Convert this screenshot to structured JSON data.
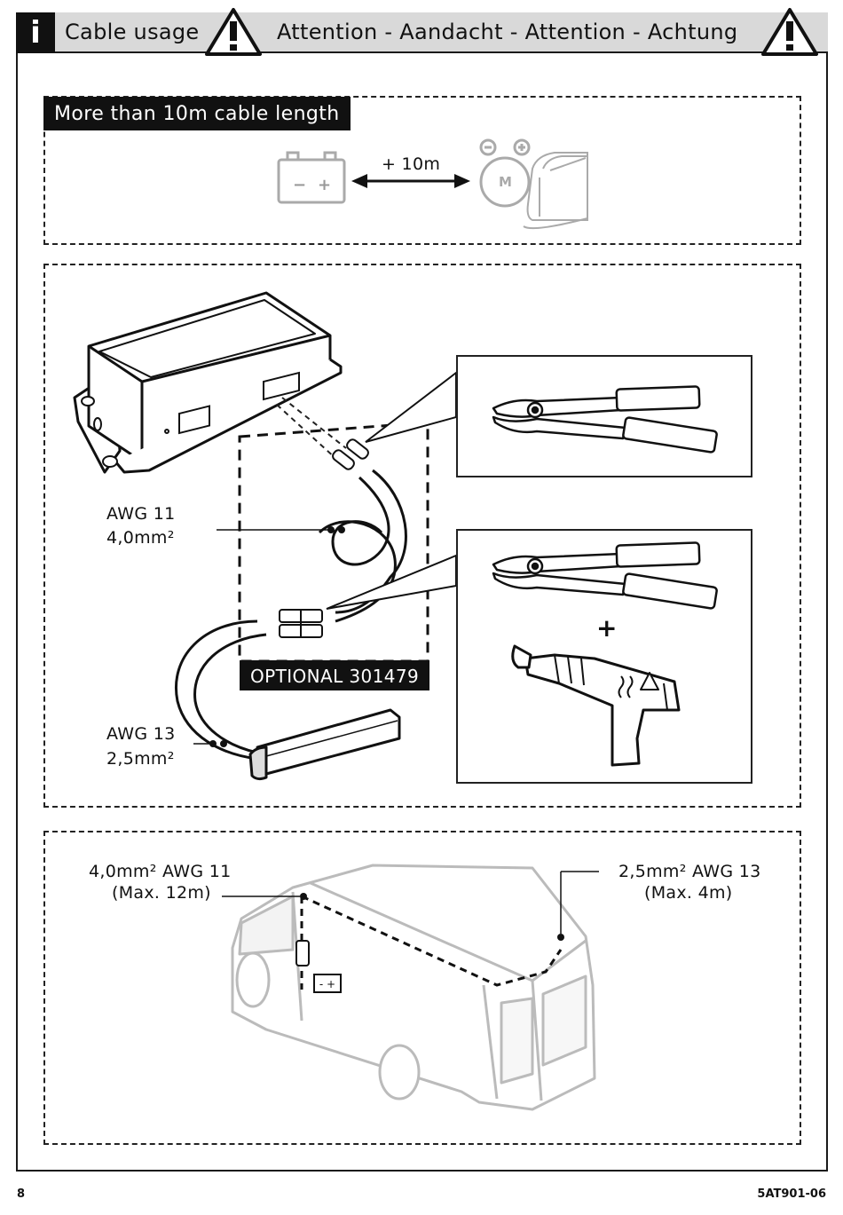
{
  "header": {
    "info_glyph": "i",
    "title": "Cable usage",
    "attention": "Attention - Aandacht - Attention - Achtung"
  },
  "section_cable_length": {
    "label": "More than 10m cable length",
    "distance": "+ 10m",
    "motor_letter": "M",
    "minus": "−",
    "plus": "+"
  },
  "section_wiring": {
    "awg11_line1": "AWG 11",
    "awg11_line2": "4,0mm²",
    "awg13_line1": "AWG 13",
    "awg13_line2": "2,5mm²",
    "optional_label": "OPTIONAL 301479",
    "plus_sign": "+"
  },
  "section_vehicle": {
    "left_line1": "4,0mm² AWG 11",
    "left_line2": "(Max. 12m)",
    "right_line1": "2,5mm² AWG 13",
    "right_line2": "(Max. 4m)"
  },
  "footer": {
    "page_number": "8",
    "doc_code": "5AT901-06"
  }
}
